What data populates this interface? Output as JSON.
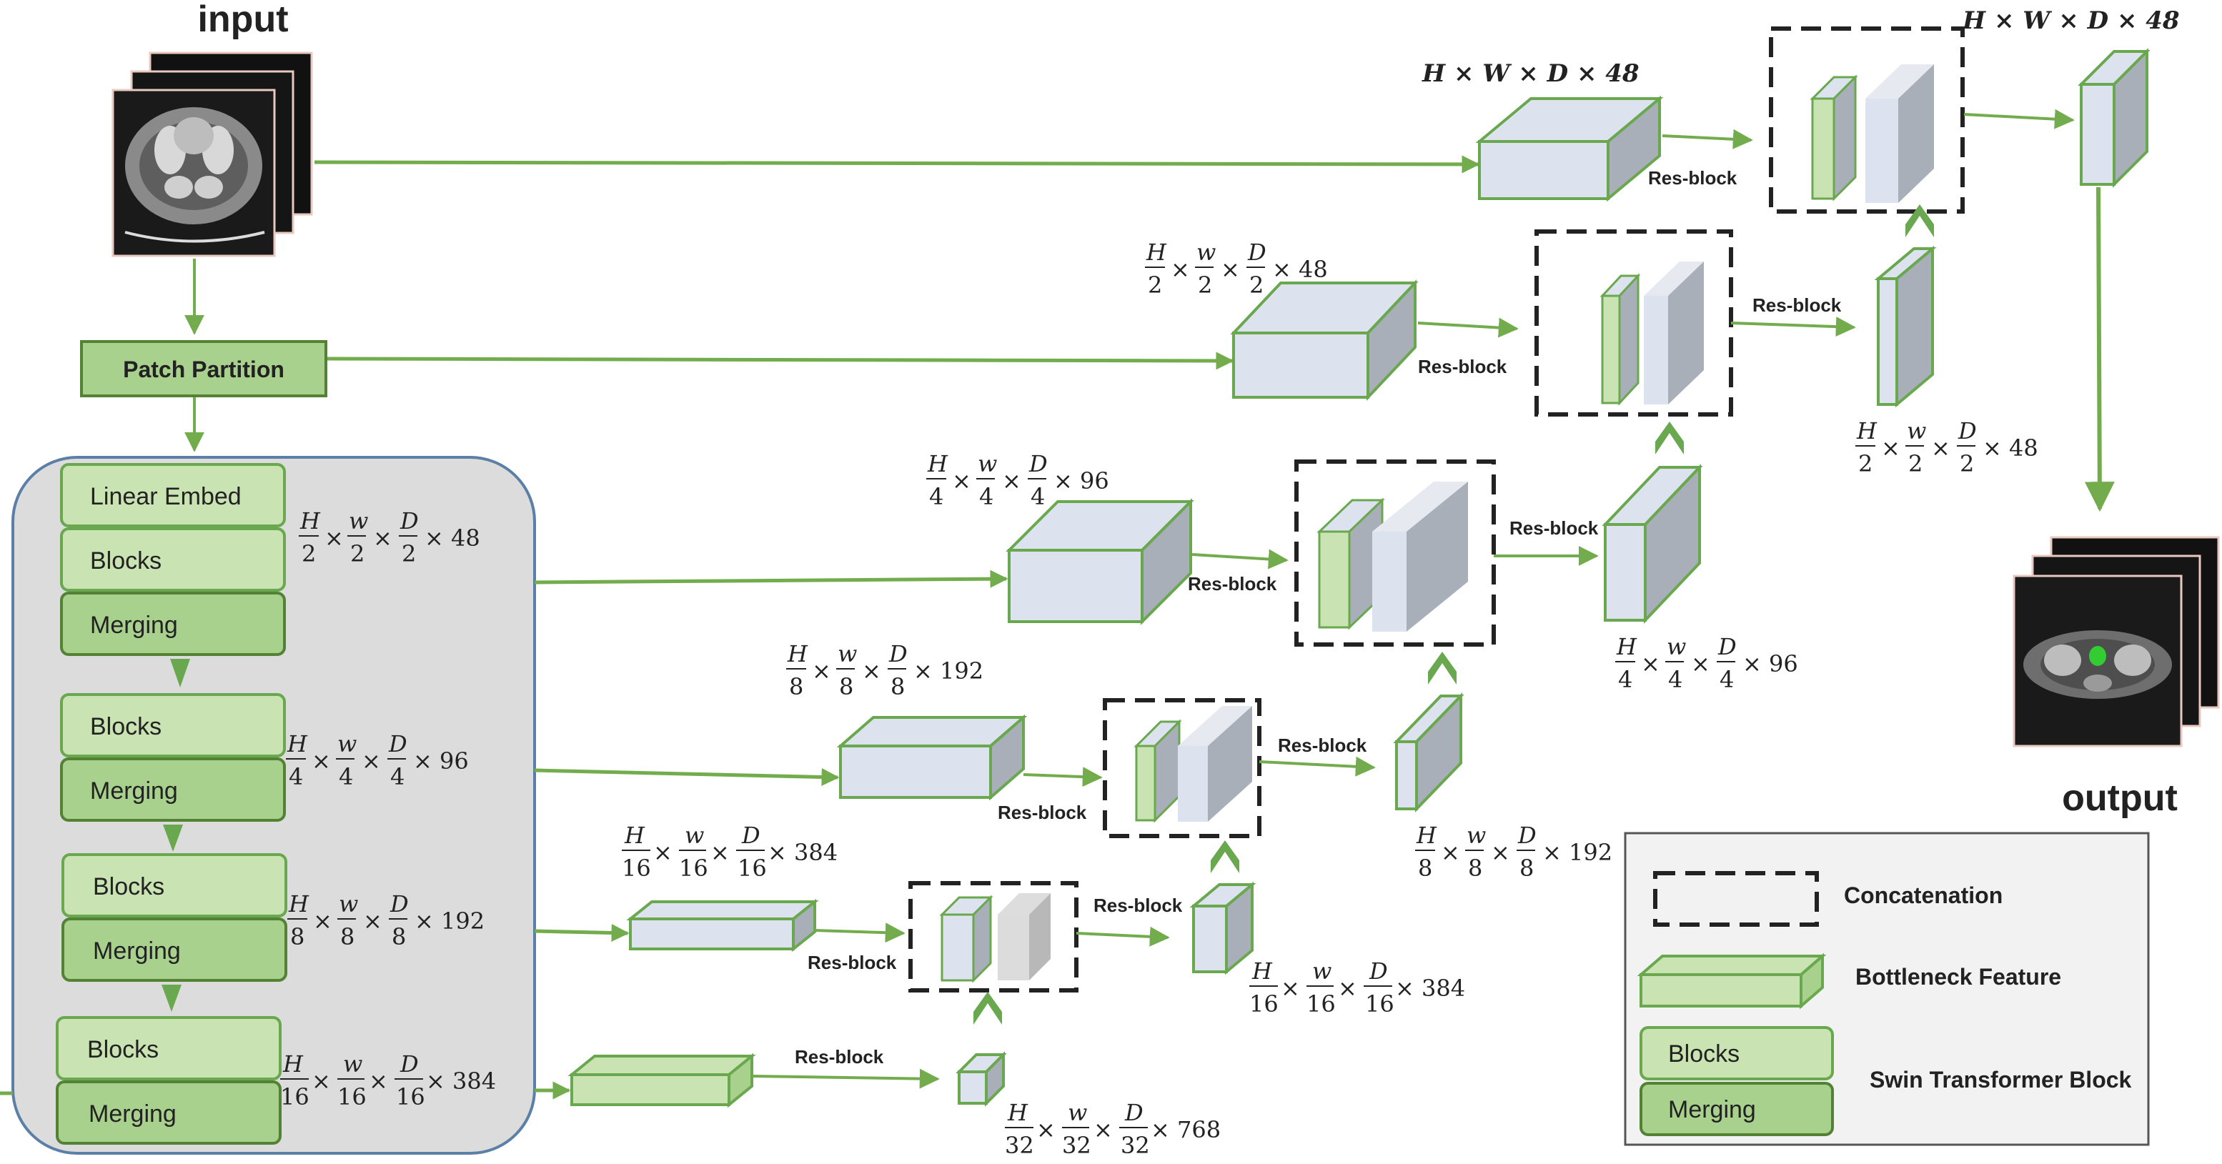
{
  "titles": {
    "input": "input",
    "output": "output"
  },
  "patch_partition": "Patch Partition",
  "encoder": {
    "linear_embed": "Linear Embed",
    "blocks": "Blocks",
    "merging": "Merging"
  },
  "res_block": "Res-block",
  "dims": {
    "top_bold": "H × W × D × 48",
    "half_48": {
      "H": "H",
      "W": "w",
      "D": "D",
      "den": "2",
      "ch": "× 48"
    },
    "quarter_96": {
      "H": "H",
      "W": "w",
      "D": "D",
      "den": "4",
      "ch": "× 96"
    },
    "eighth_192": {
      "H": "H",
      "W": "w",
      "D": "D",
      "den": "8",
      "ch": "× 192"
    },
    "sixteenth_384": {
      "H": "H",
      "W": "w",
      "D": "D",
      "den": "16",
      "ch": "× 384"
    },
    "thirtysecond_768": {
      "H": "H",
      "W": "w",
      "D": "D",
      "den": "32",
      "ch": "× 768"
    }
  },
  "legend": {
    "concatenation": "Concatenation",
    "bottleneck": "Bottleneck Feature",
    "blocks": "Blocks",
    "merging": "Merging",
    "swin": "Swin Transformer Block"
  },
  "colors": {
    "green_line": "#72ac4d",
    "green_dark": "#6aa84f",
    "block_light": "#c9e3b2",
    "block_mid": "#a9d18e",
    "cube_face": "#dde3ee",
    "cube_side": "#a9afb8",
    "encoder_bg": "#dcdcdc"
  }
}
